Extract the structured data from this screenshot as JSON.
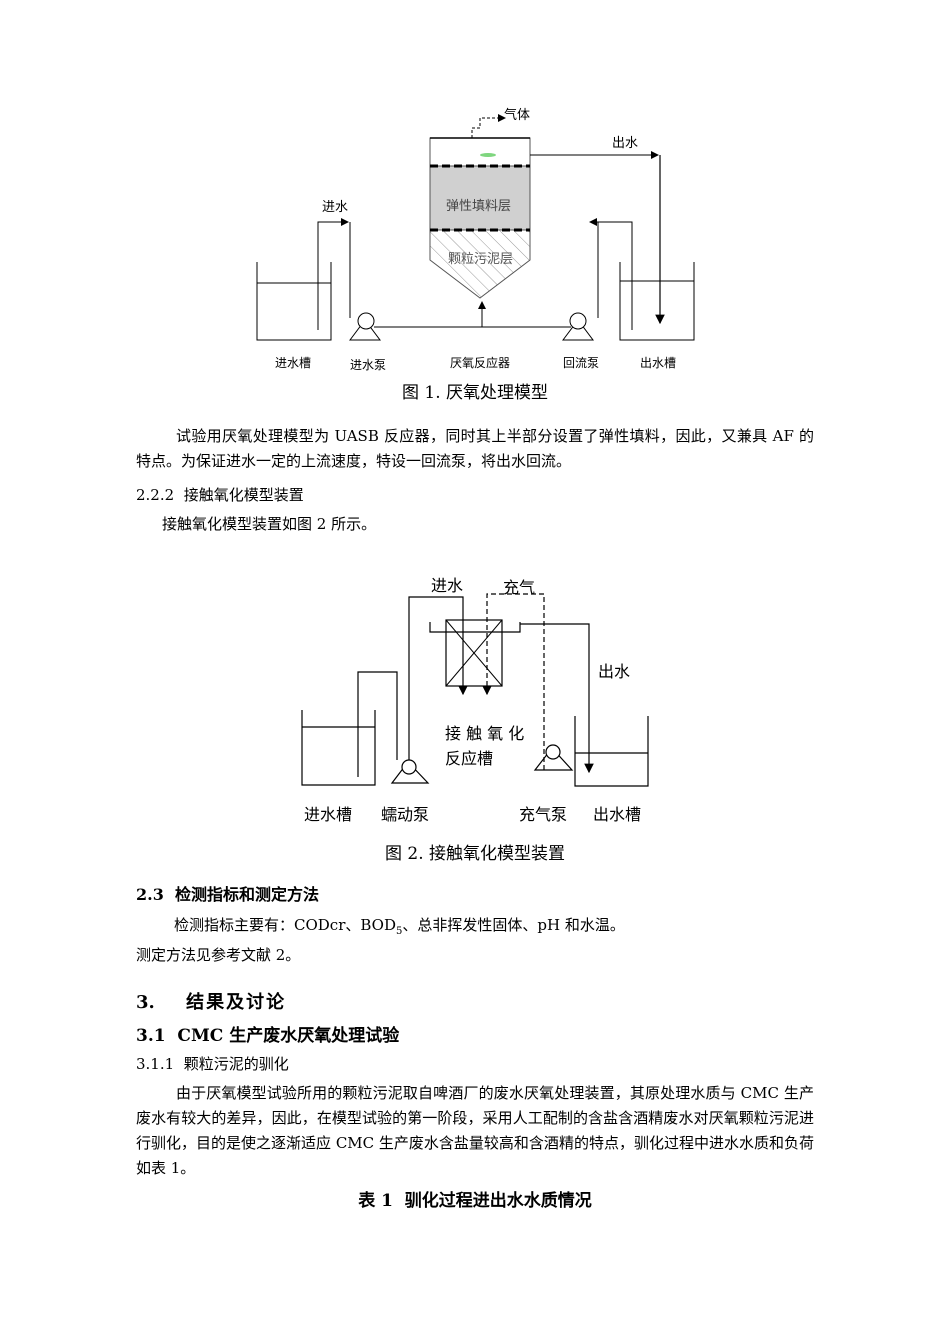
{
  "figure1": {
    "labels": {
      "gas": "气体",
      "outflow": "出水",
      "inflow": "进水",
      "packing_layer": "弹性填料层",
      "sludge_layer": "颗粒污泥层",
      "inlet_tank": "进水槽",
      "inlet_pump": "进水泵",
      "reactor": "厌氧反应器",
      "reflux_pump": "回流泵",
      "outlet_tank": "出水槽"
    },
    "caption": "图 1.  厌氧处理模型"
  },
  "para1": "试验用厌氧处理模型为 UASB 反应器，同时其上半部分设置了弹性填料，因此，又兼具 AF 的特点。为保证进水一定的上流速度，特设一回流泵，将出水回流。",
  "section_2_2_2": {
    "number": "2.2.2",
    "title": "接触氧化模型装置"
  },
  "para2": "接触氧化模型装置如图 2 所示。",
  "figure2": {
    "labels": {
      "inflow": "进水",
      "aeration": "充气",
      "outflow": "出水",
      "reactor_line1": "接 触 氧 化",
      "reactor_line2": "反应槽",
      "inlet_tank": "进水槽",
      "peristaltic_pump": "蠕动泵",
      "air_pump": "充气泵",
      "outlet_tank": "出水槽"
    },
    "caption": "图 2.  接触氧化模型装置"
  },
  "section_2_3": {
    "number": "2.3",
    "title": "检测指标和测定方法"
  },
  "para3": {
    "before": "检测指标主要有：CODcr、BOD",
    "sub": "5",
    "after": "、总非挥发性固体、pH 和水温。"
  },
  "para4": "测定方法见参考文献 2。",
  "section_3": {
    "number": "3.",
    "title": "结果及讨论"
  },
  "section_3_1": {
    "number": "3.1",
    "title": "CMC 生产废水厌氧处理试验"
  },
  "section_3_1_1": {
    "number": "3.1.1",
    "title": "颗粒污泥的驯化"
  },
  "para5": "由于厌氧模型试验所用的颗粒污泥取自啤酒厂的废水厌氧处理装置，其原处理水质与 CMC 生产废水有较大的差异，因此，在模型试验的第一阶段，采用人工配制的含盐含酒精废水对厌氧颗粒污泥进行驯化，目的是使之逐渐适应 CMC 生产废水含盐量较高和含酒精的特点，驯化过程中进水水质和负荷如表 1。",
  "table1_title": {
    "number": "表 1",
    "title": "驯化过程进出水水质情况"
  }
}
